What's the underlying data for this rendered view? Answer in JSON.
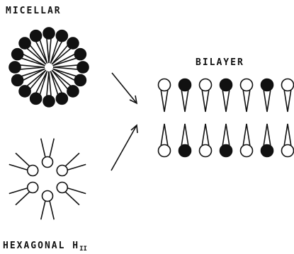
{
  "labels": {
    "micellar": "MICELLAR",
    "bilayer": "BILAYER",
    "hexagonal": "HEXAGONAL H",
    "hexagonal_subscript": "II"
  },
  "colors": {
    "ink": "#111111",
    "open_head": "#ffffff"
  },
  "micellar": {
    "lipid_count": 16,
    "head_pattern": [
      "filled",
      "filled",
      "filled",
      "filled",
      "filled",
      "filled",
      "filled",
      "filled",
      "filled",
      "filled",
      "filled",
      "filled",
      "filled",
      "filled",
      "filled",
      "filled"
    ]
  },
  "bilayer": {
    "top_heads": [
      "open",
      "filled",
      "open",
      "filled",
      "open",
      "filled",
      "open"
    ],
    "bottom_heads": [
      "open",
      "filled",
      "open",
      "filled",
      "open",
      "filled",
      "open"
    ]
  },
  "hexagonal": {
    "lipid_count": 6,
    "head_pattern": [
      "open",
      "open",
      "open",
      "open",
      "open",
      "open"
    ]
  }
}
